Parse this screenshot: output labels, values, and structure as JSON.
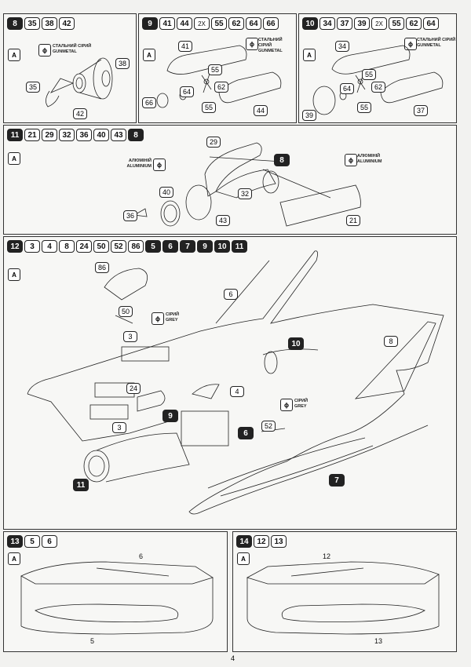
{
  "page_number": "4",
  "paint": {
    "gunmetal_ua": "СТАЛЬНИЙ СІРИЙ",
    "gunmetal_en": "GUNMETAL",
    "aluminium_ua": "АЛЮМІНІЙ",
    "aluminium_en": "ALUMINIUM",
    "grey_ua": "СІРИЙ",
    "grey_en": "GREY"
  },
  "steps": [
    {
      "step": "8",
      "parts": [
        "35",
        "38",
        "42"
      ],
      "callouts": [
        "38",
        "35",
        "42"
      ]
    },
    {
      "step": "9",
      "parts": [
        "41",
        "44",
        "2X",
        "55",
        "62",
        "64",
        "66"
      ],
      "callouts": [
        "41",
        "55",
        "62",
        "55",
        "64",
        "66",
        "44"
      ]
    },
    {
      "step": "10",
      "parts": [
        "34",
        "37",
        "39",
        "2X",
        "55",
        "62",
        "64"
      ],
      "callouts": [
        "34",
        "55",
        "62",
        "55",
        "64",
        "39",
        "37"
      ]
    },
    {
      "step": "11",
      "parts": [
        "21",
        "29",
        "32",
        "36",
        "40",
        "43",
        "8"
      ],
      "callouts": [
        "29",
        "8",
        "32",
        "40",
        "36",
        "43",
        "21"
      ]
    },
    {
      "step": "12",
      "parts": [
        "3",
        "4",
        "8",
        "24",
        "50",
        "52",
        "86",
        "5",
        "6",
        "7",
        "9",
        "10",
        "11"
      ],
      "callouts": [
        "86",
        "6",
        "50",
        "3",
        "10",
        "8",
        "24",
        "4",
        "9",
        "3",
        "52",
        "6",
        "11",
        "7"
      ]
    },
    {
      "step": "13",
      "parts": [
        "5",
        "6"
      ],
      "callouts": [
        "6",
        "5"
      ]
    },
    {
      "step": "14",
      "parts": [
        "12",
        "13"
      ],
      "callouts": [
        "12",
        "13"
      ]
    }
  ]
}
